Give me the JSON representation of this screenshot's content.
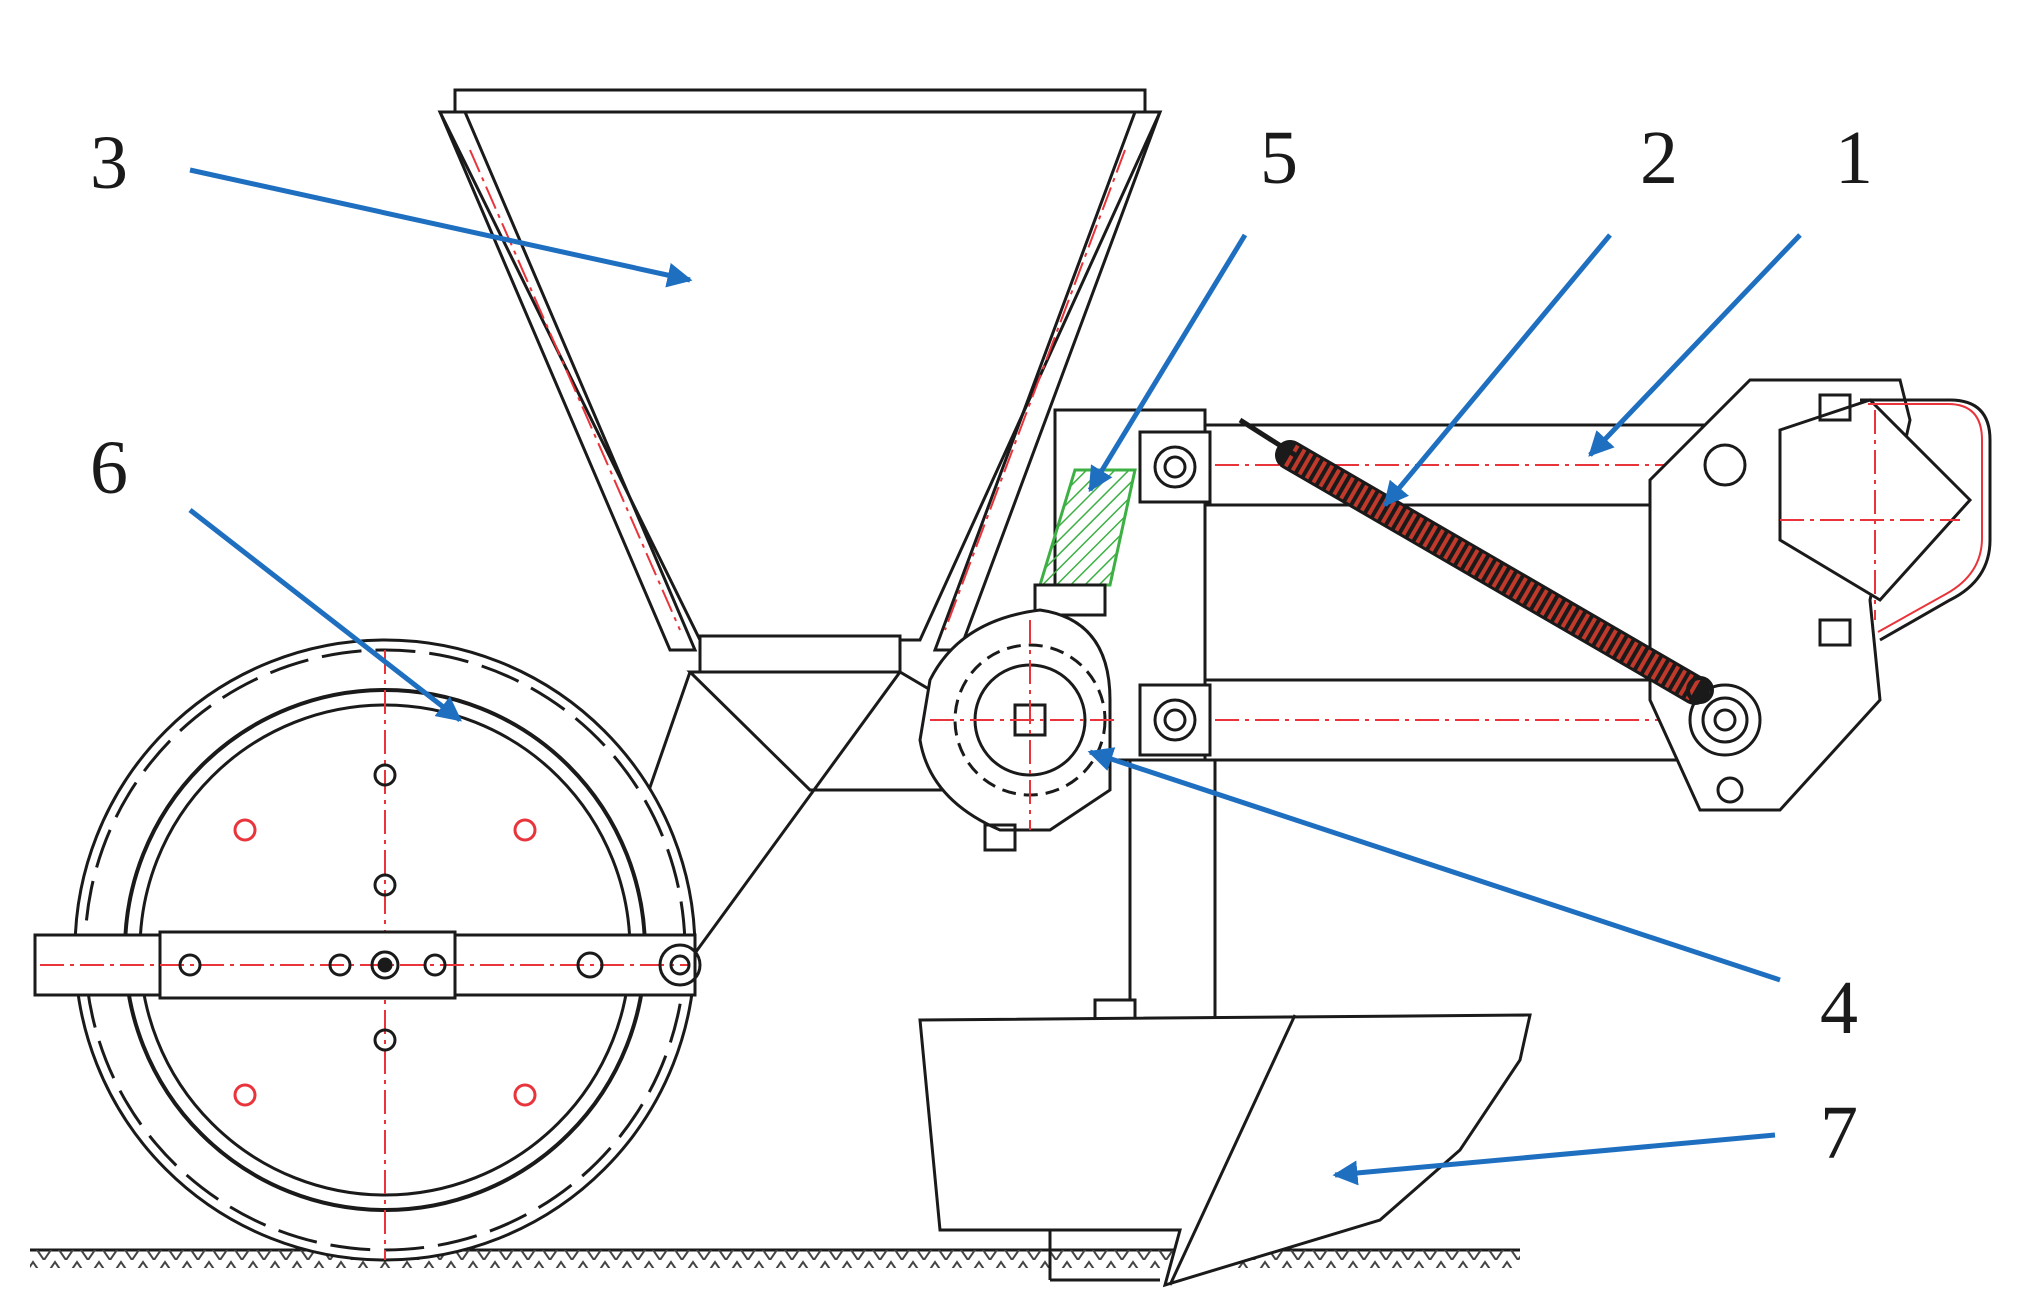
{
  "labels": {
    "one": "1",
    "two": "2",
    "three": "3",
    "four": "4",
    "five": "5",
    "six": "6",
    "seven": "7"
  },
  "colors": {
    "line": "#1a1a1a",
    "arrow": "#1f6fc1",
    "centerline": "#e8343a",
    "spring": "#c0392b",
    "green_part": "#3cb043"
  }
}
